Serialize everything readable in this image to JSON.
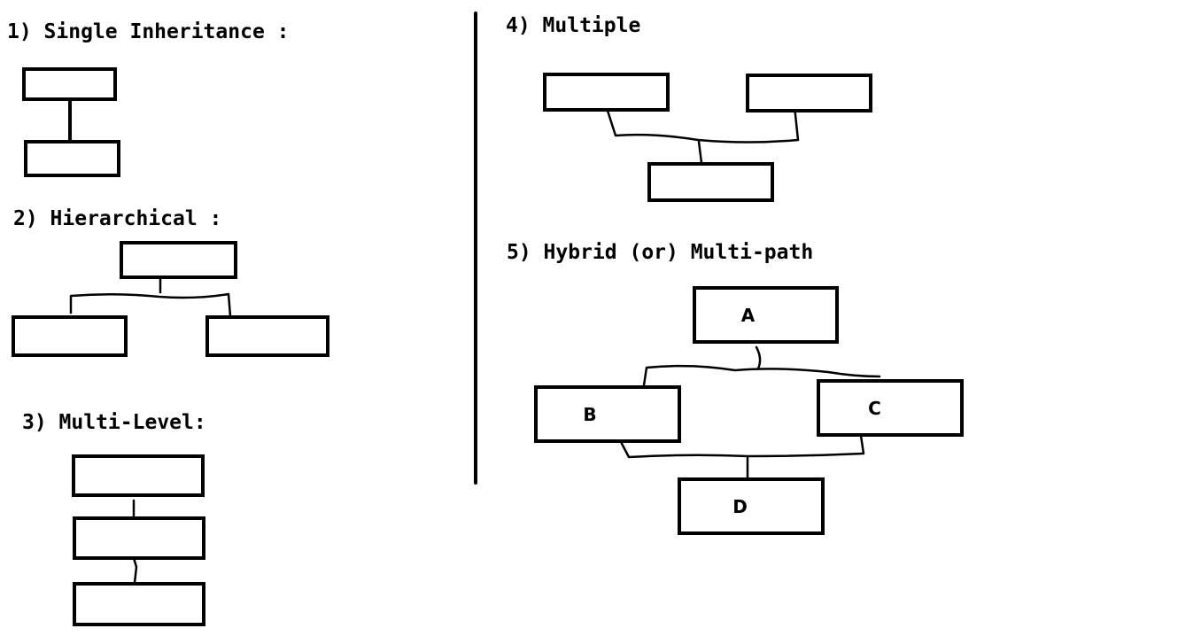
{
  "sections": {
    "single": {
      "heading": "1) Single Inheritance :"
    },
    "hierarchical": {
      "heading": "2) Hierarchical :"
    },
    "multilevel": {
      "heading": "3) Multi-Level:"
    },
    "multiple": {
      "heading": "4) Multiple"
    },
    "hybrid": {
      "heading": "5) Hybrid (or) Multi-path",
      "nodes": {
        "a": "A",
        "b": "B",
        "c": "C",
        "d": "D"
      }
    }
  }
}
